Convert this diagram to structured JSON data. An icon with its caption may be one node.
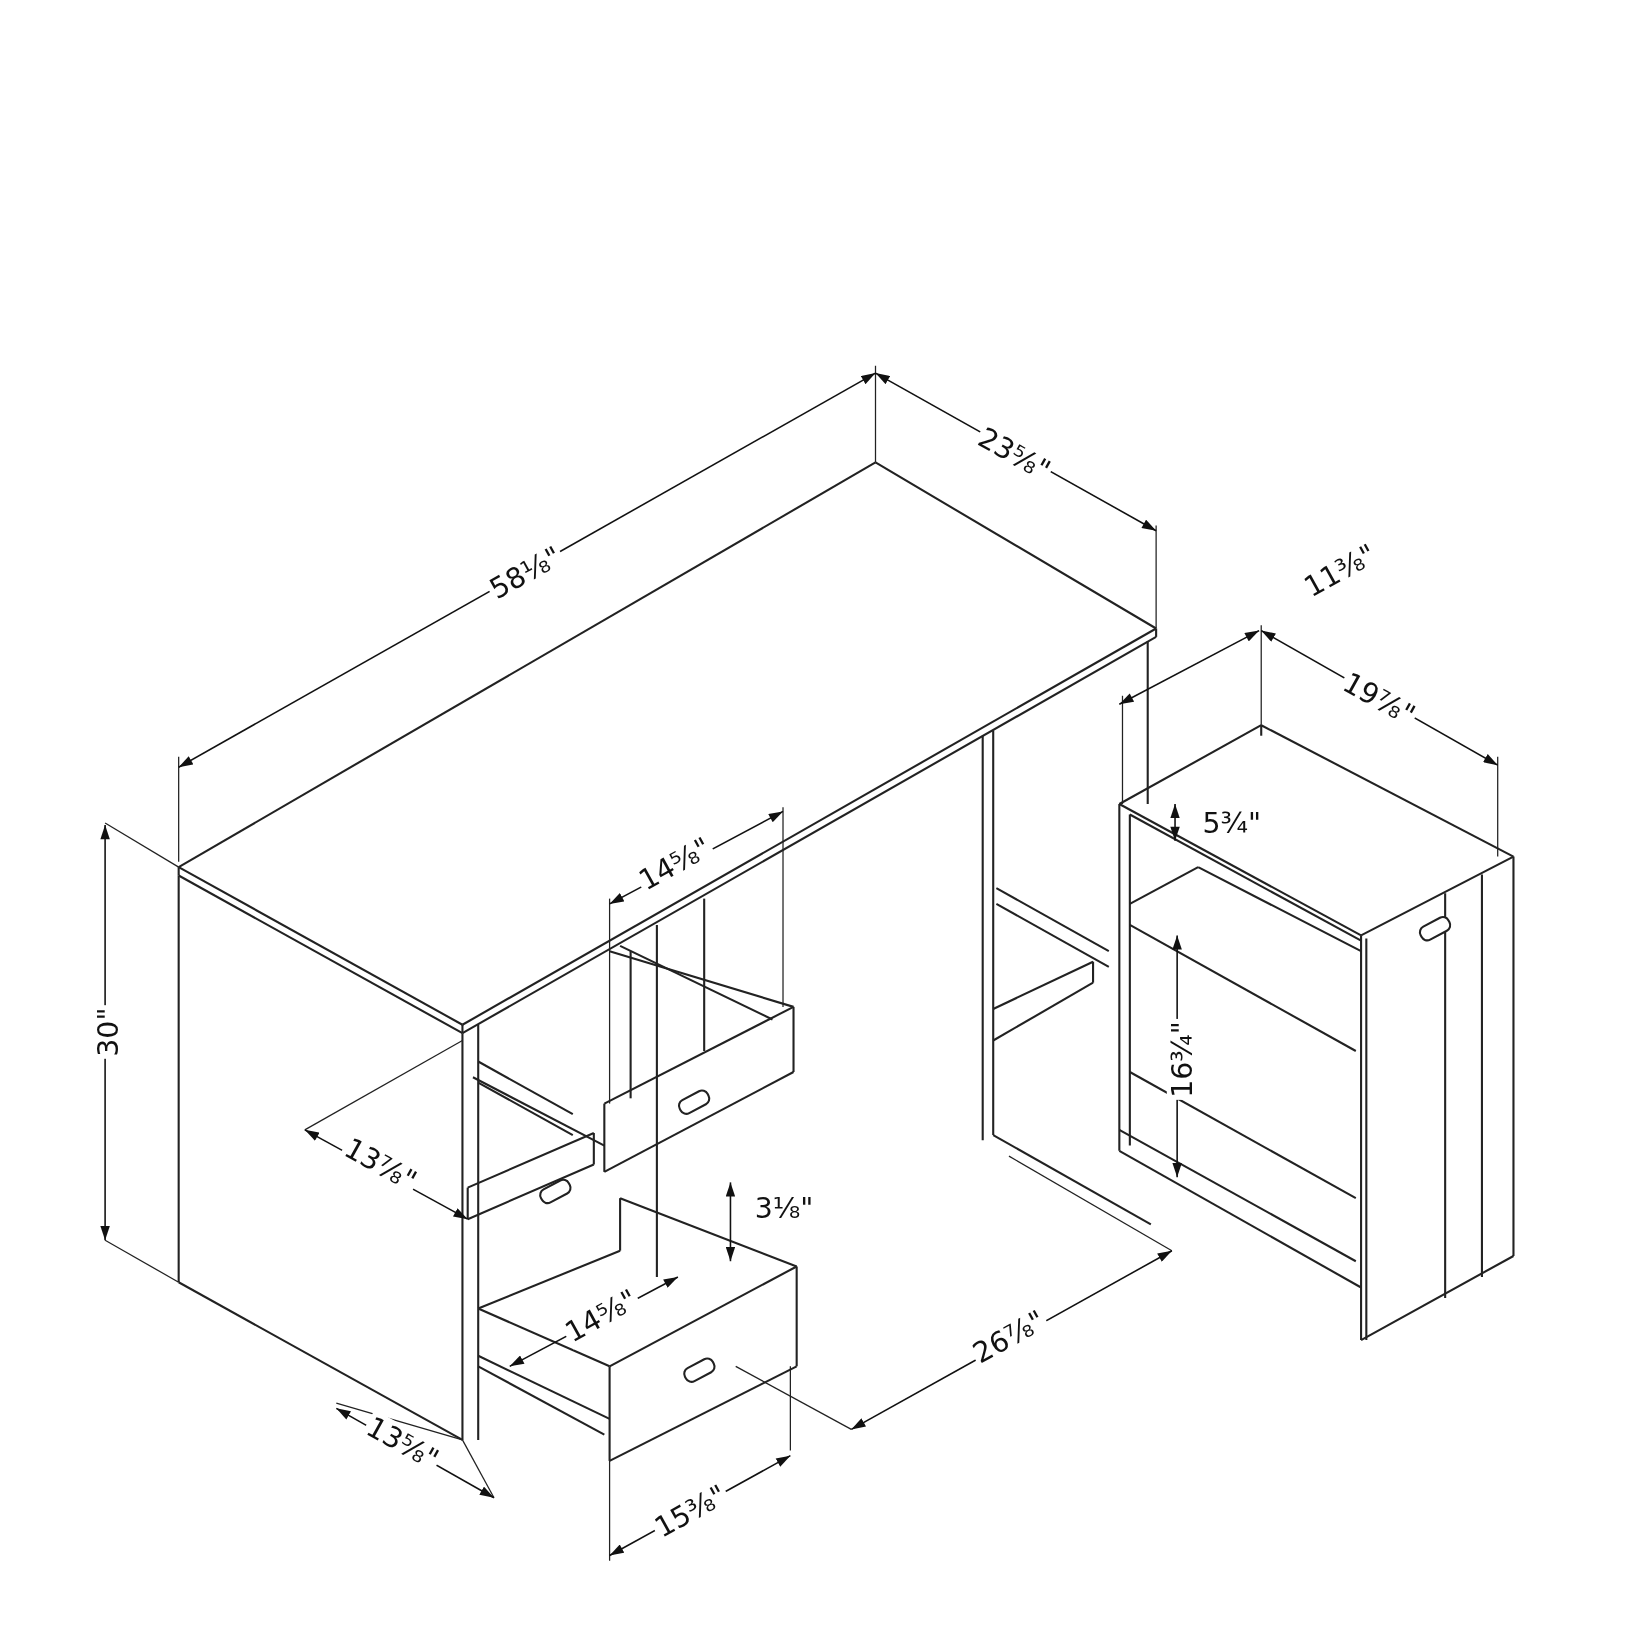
{
  "diagram": {
    "labels": [
      "23⅝\"",
      "58⅛\"",
      "11⅜\"",
      "19⅞\"",
      "5¾\"",
      "14⅝\"",
      "30\"",
      "16¾\"",
      "13⅞\"",
      "3⅛\"",
      "14⅝\"",
      "26⅞\"",
      "13⅝\"",
      "15⅜\""
    ]
  }
}
